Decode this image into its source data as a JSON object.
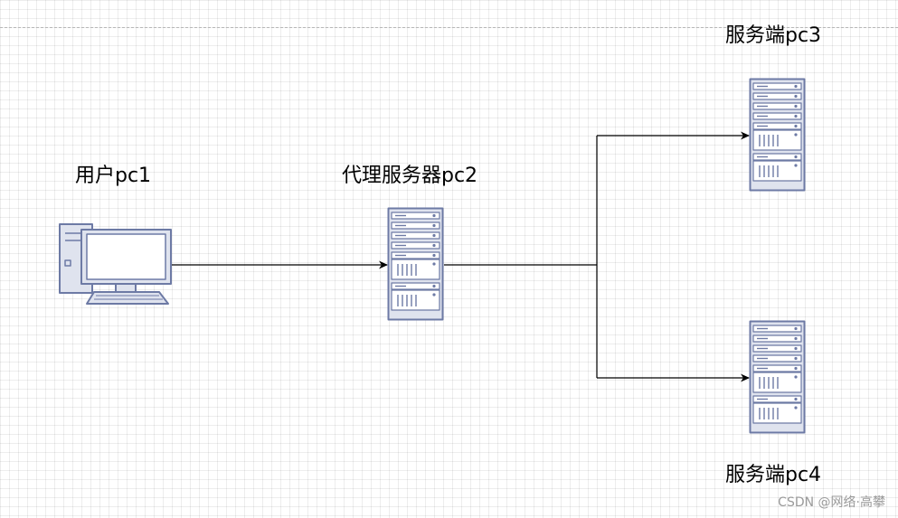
{
  "nodes": {
    "user": {
      "label": "用户pc1"
    },
    "proxy": {
      "label": "代理服务器pc2"
    },
    "server_top": {
      "label": "服务端pc3"
    },
    "server_bottom": {
      "label": "服务端pc4"
    }
  },
  "watermark": "CSDN @网络·高攀",
  "colors": {
    "icon_stroke": "#6d7aa5",
    "icon_fill": "#dfe3ee",
    "screen_fill": "#ffffff",
    "line": "#000000"
  }
}
